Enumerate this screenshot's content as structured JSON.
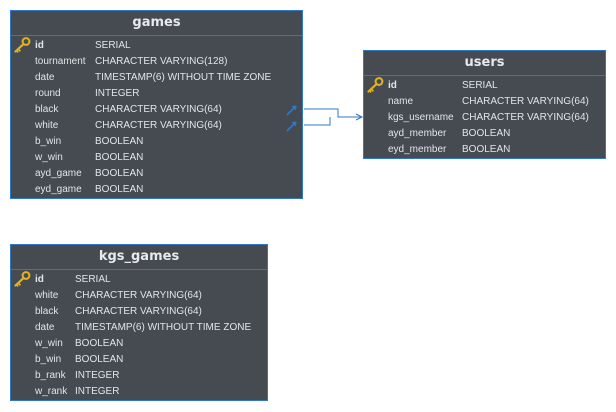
{
  "colors": {
    "table_bg": "#464b51",
    "border": "#2f78c4",
    "text": "#e2e4e7",
    "key": "#e3b321",
    "connector": "#2f78c4"
  },
  "tables": [
    {
      "title": "games",
      "columns": [
        {
          "name": "id",
          "type": "SERIAL",
          "pk": true
        },
        {
          "name": "tournament",
          "type": "CHARACTER VARYING(128)"
        },
        {
          "name": "date",
          "type": "TIMESTAMP(6) WITHOUT TIME ZONE"
        },
        {
          "name": "round",
          "type": "INTEGER"
        },
        {
          "name": "black",
          "type": "CHARACTER VARYING(64)",
          "fk": true
        },
        {
          "name": "white",
          "type": "CHARACTER VARYING(64)",
          "fk": true
        },
        {
          "name": "b_win",
          "type": "BOOLEAN"
        },
        {
          "name": "w_win",
          "type": "BOOLEAN"
        },
        {
          "name": "ayd_game",
          "type": "BOOLEAN"
        },
        {
          "name": "eyd_game",
          "type": "BOOLEAN"
        }
      ]
    },
    {
      "title": "users",
      "columns": [
        {
          "name": "id",
          "type": "SERIAL",
          "pk": true
        },
        {
          "name": "name",
          "type": "CHARACTER VARYING(64)"
        },
        {
          "name": "kgs_username",
          "type": "CHARACTER VARYING(64)"
        },
        {
          "name": "ayd_member",
          "type": "BOOLEAN"
        },
        {
          "name": "eyd_member",
          "type": "BOOLEAN"
        }
      ]
    },
    {
      "title": "kgs_games",
      "columns": [
        {
          "name": "id",
          "type": "SERIAL",
          "pk": true
        },
        {
          "name": "white",
          "type": "CHARACTER VARYING(64)"
        },
        {
          "name": "black",
          "type": "CHARACTER VARYING(64)"
        },
        {
          "name": "date",
          "type": "TIMESTAMP(6) WITHOUT TIME ZONE"
        },
        {
          "name": "w_win",
          "type": "BOOLEAN"
        },
        {
          "name": "b_win",
          "type": "BOOLEAN"
        },
        {
          "name": "b_rank",
          "type": "INTEGER"
        },
        {
          "name": "w_rank",
          "type": "INTEGER"
        }
      ]
    }
  ],
  "relationships": [
    {
      "from": "games.black",
      "to": "users"
    },
    {
      "from": "games.white",
      "to": "users"
    }
  ]
}
